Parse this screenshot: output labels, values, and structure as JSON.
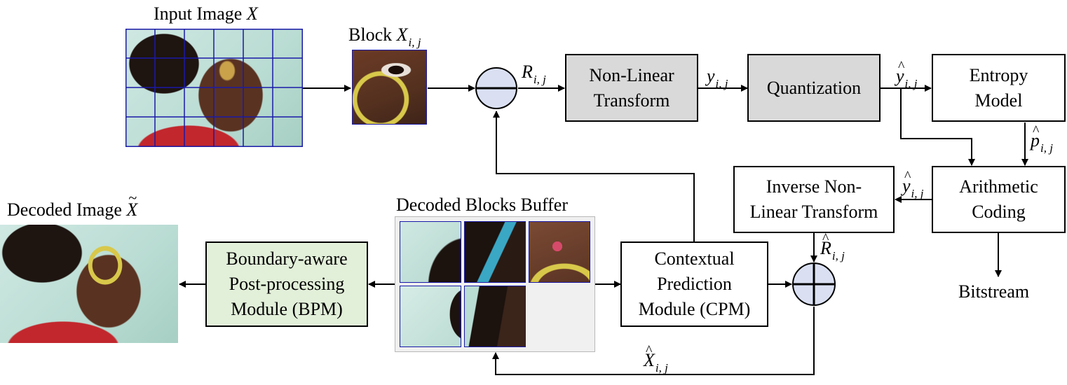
{
  "labels": {
    "input_image": "Input Image",
    "input_image_var": "X",
    "block": "Block",
    "block_var": "X",
    "block_sub": "i, j",
    "residual_var": "R",
    "residual_sub": "i, j",
    "y_var": "y",
    "y_sub": "i, j",
    "yhat_var": "y",
    "yhat_sub": "i, j",
    "phat_var": "p",
    "phat_sub": "i, j",
    "yhat2_var": "y",
    "yhat2_sub": "i, j",
    "rhat_var": "R",
    "rhat_sub": "i, j",
    "xhat_var": "X",
    "xhat_sub": "i, j",
    "decoded_image": "Decoded Image",
    "decoded_image_var": "X",
    "decoded_blocks_buffer": "Decoded Blocks Buffer",
    "bitstream": "Bitstream"
  },
  "boxes": {
    "nlt_line1": "Non-Linear",
    "nlt_line2": "Transform",
    "quant": "Quantization",
    "entropy_line1": "Entropy",
    "entropy_line2": "Model",
    "arith_line1": "Arithmetic",
    "arith_line2": "Coding",
    "inlt_line1": "Inverse Non-",
    "inlt_line2": "Linear Transform",
    "cpm_line1": "Contextual",
    "cpm_line2": "Prediction",
    "cpm_line3": "Module (CPM)",
    "bpm_line1": "Boundary-aware",
    "bpm_line2": "Post-processing",
    "bpm_line3": "Module (BPM)"
  },
  "colors": {
    "grid_line": "#1a1aa8",
    "gray_box": "#d9d9d9",
    "green_box": "#e2efd9",
    "operator_fill": "#dae0f2",
    "buffer_bg": "#f0f0f0"
  }
}
